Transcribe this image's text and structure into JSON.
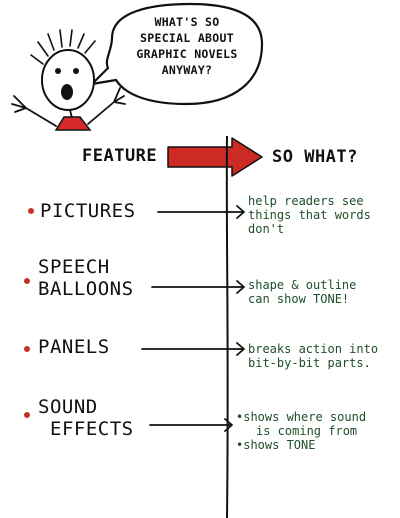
{
  "speech_bubble": {
    "lines": [
      "WHAT'S SO",
      "SPECIAL ABOUT",
      "GRAPHIC NOVELS",
      "ANYWAY?"
    ]
  },
  "header": {
    "feature_label": "FEATURE",
    "so_what_label": "SO WHAT?"
  },
  "rows": [
    {
      "feature_lines": [
        "PICTURES"
      ],
      "so_what_lines": [
        "help readers see",
        "things that words",
        "don't"
      ]
    },
    {
      "feature_lines": [
        "SPEECH",
        "BALLOONS"
      ],
      "so_what_lines": [
        "shape & outline",
        "can show TONE!"
      ]
    },
    {
      "feature_lines": [
        "PANELS"
      ],
      "so_what_lines": [
        "breaks action into",
        "bit-by-bit parts."
      ]
    },
    {
      "feature_lines": [
        "SOUND",
        "EFFECTS"
      ],
      "so_what_lines": [
        "•shows where sound",
        "is coming from",
        "•shows TONE"
      ]
    }
  ],
  "colors": {
    "arrow_red": "#cc2a22",
    "bullet_red": "#c9302c",
    "shirt_red": "#d82a2a",
    "ink": "#111111",
    "green_ink": "#1f4f2a"
  }
}
